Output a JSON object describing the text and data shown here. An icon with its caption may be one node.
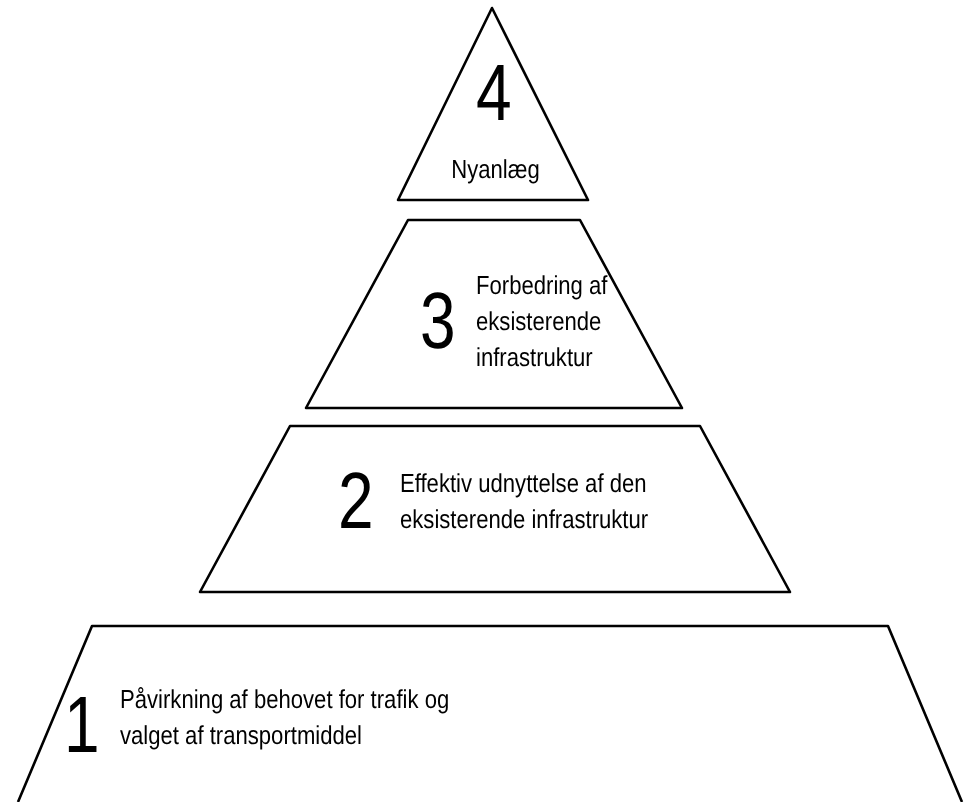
{
  "diagram": {
    "nodes": [
      {
        "text": [
          "4",
          "Nyanlæg"
        ]
      },
      {
        "text": [
          "3",
          "Forbedring af eksisterende infrastruktur"
        ]
      },
      {
        "text": [
          "2",
          "Effektiv udnyttelse af den eksisterende infrastruktur"
        ]
      },
      {
        "text": [
          "1",
          "Påvirkning af behovet for trafik og valget af transportmiddel"
        ]
      }
    ]
  }
}
